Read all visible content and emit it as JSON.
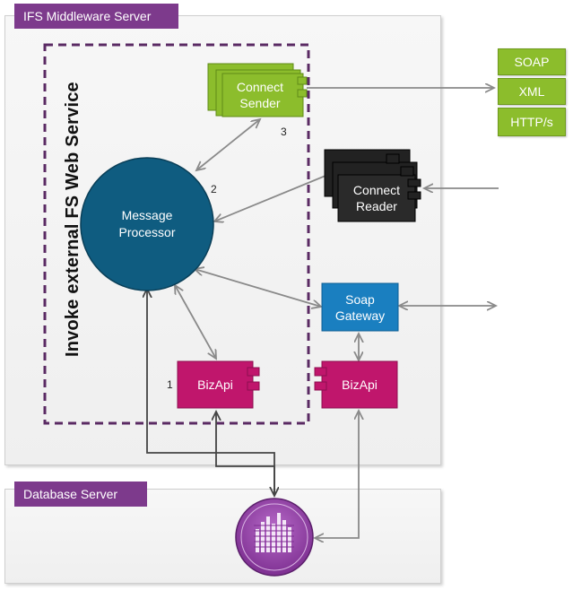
{
  "servers": {
    "middleware": {
      "label": "IFS Middleware Server"
    },
    "database": {
      "label": "Database Server"
    }
  },
  "invoke_label": "Invoke external FS Web Service",
  "protocols": [
    "SOAP",
    "XML",
    "HTTP/s"
  ],
  "components": {
    "connect_sender": {
      "line1": "Connect",
      "line2": "Sender",
      "number": "3"
    },
    "message_processor": {
      "line1": "Message",
      "line2": "Processor",
      "number": "2"
    },
    "connect_reader": {
      "line1": "Connect",
      "line2": "Reader"
    },
    "soap_gateway": {
      "line1": "Soap",
      "line2": "Gateway"
    },
    "bizapi_left": {
      "label": "BizApi",
      "number": "1"
    },
    "bizapi_right": {
      "label": "BizApi"
    }
  },
  "colors": {
    "purple": "#7d3a8c",
    "green": "#8cbd2c",
    "navy": "#0f5c80",
    "magenta": "#c0166c",
    "blue": "#1a7fc0",
    "black": "#222222",
    "arrow": "#8a8a8a"
  },
  "icons": {
    "database": "database-equalizer-icon"
  }
}
